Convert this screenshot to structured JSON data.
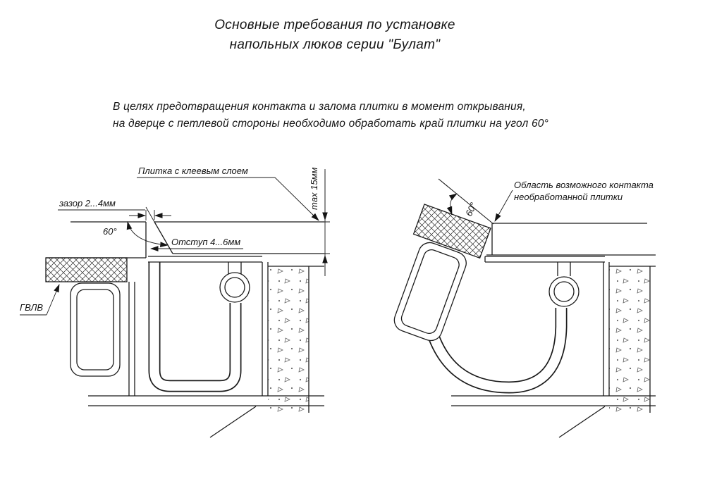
{
  "title": {
    "line1": "Основные требования по установке",
    "line2": "напольных люков серии \"Булат\""
  },
  "note": {
    "line1": "В целях предотвращения контакта и залома плитки в момент открывания,",
    "line2": "на дверце с петлевой стороны необходимо обработать край плитки на угол 60°"
  },
  "left_diagram": {
    "tile_label": "Плитка с клеевым слоем",
    "gap_label": "зазор 2...4мм",
    "angle_label": "60°",
    "offset_label": "Отступ 4...6мм",
    "max_height_label": "max 15мм",
    "gvl_label": "ГВЛВ"
  },
  "right_diagram": {
    "angle_label": "60°",
    "contact_label_line1": "Область возможного контакта",
    "contact_label_line2": "необработанной плитки"
  }
}
